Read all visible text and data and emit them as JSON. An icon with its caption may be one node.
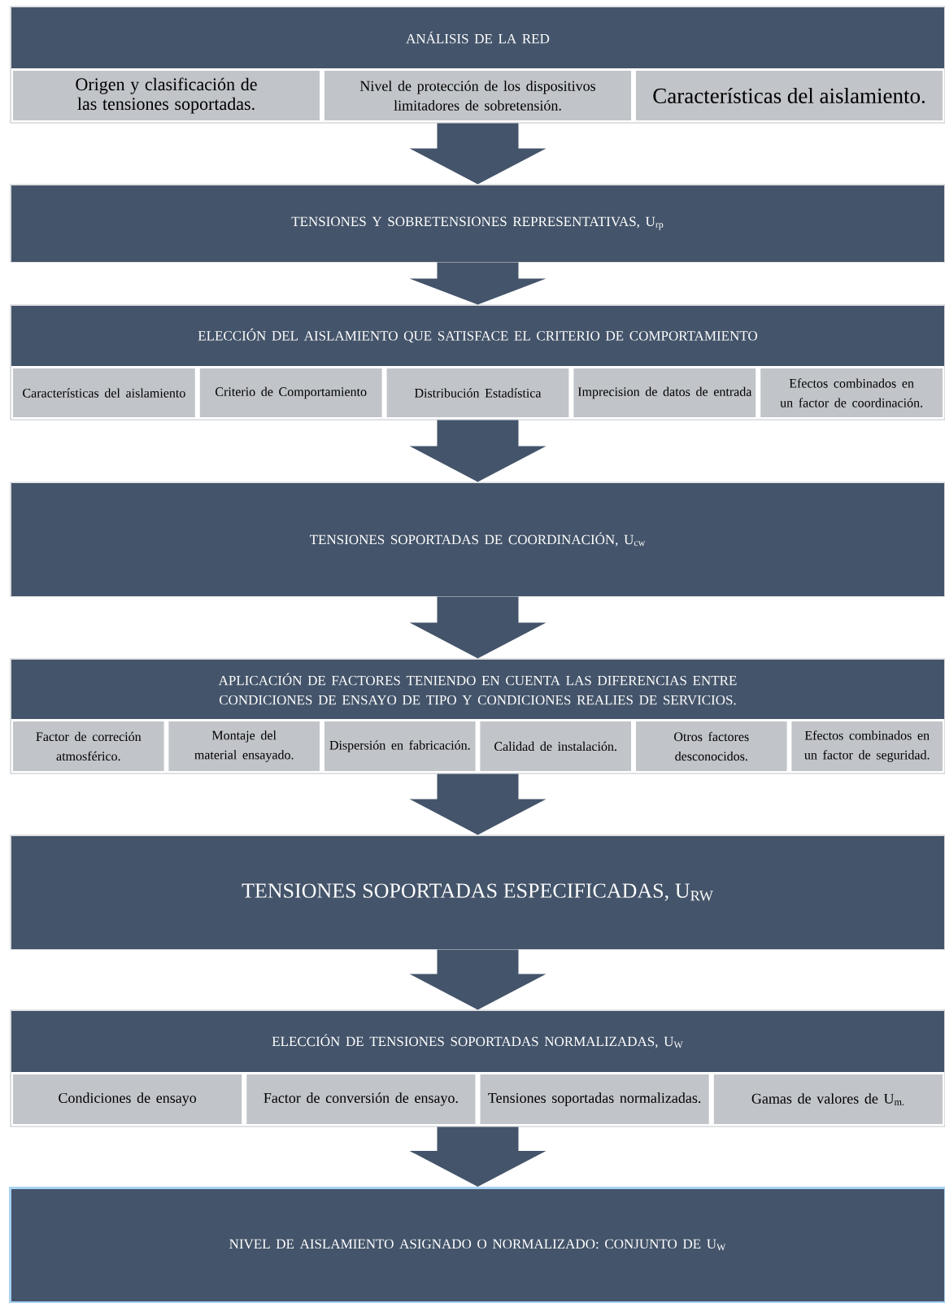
{
  "diagram": {
    "nodes": [
      {
        "text": [
          "ANÁLISIS DE LA RED"
        ]
      },
      {
        "text": [
          "Origen y clasificación de las tensiones soportadas."
        ],
        "in": 0
      },
      {
        "text": [
          "Nivel de protección de los dispositivos limitadores de sobretensión."
        ],
        "in": 0
      },
      {
        "text": [
          "Características del aislamiento."
        ],
        "in": 0
      },
      {
        "text": [
          "TENSIONES Y SOBRETENSIONES REPRESENTATIVAS, U$_{rp}$"
        ]
      },
      {
        "text": [
          "ELECCIÓN DEL AISLAMIENTO QUE SATISFACE EL CRITERIO DE COMPORTAMIENTO"
        ]
      },
      {
        "text": [
          "Características del aislamiento"
        ],
        "in": 5
      },
      {
        "text": [
          "Criterio de Comportamiento"
        ],
        "in": 5
      },
      {
        "text": [
          "Distribución Estadística"
        ],
        "in": 5
      },
      {
        "text": [
          "Imprecision de datos de entrada"
        ],
        "in": 5
      },
      {
        "text": [
          "Efectos combinados en un factor de coordinación."
        ],
        "in": 5
      },
      {
        "text": [
          "TENSIONES SOPORTADAS DE COORDINACIÓN, U$_{cw}$"
        ]
      },
      {
        "text": [
          "APLICACIÓN DE FACTORES TENIENDO EN CUENTA LAS DIFERENCIAS ENTRE CONDICIONES DE ENSAYO DE TIPO Y CONDICIONES REALIES DE SERVICIOS."
        ]
      },
      {
        "text": [
          "Factor de correción atmosférico."
        ],
        "in": 12
      },
      {
        "text": [
          "Montaje del material ensayado."
        ],
        "in": 12
      },
      {
        "text": [
          "Dispersión en fabricación."
        ],
        "in": 12
      },
      {
        "text": [
          "Calidad de instalación."
        ],
        "in": 12
      },
      {
        "text": [
          "Otros factores desconocidos."
        ],
        "in": 12
      },
      {
        "text": [
          "Efectos combinados en un factor de seguridad."
        ],
        "in": 12
      },
      {
        "text": [
          "TENSIONES SOPORTADAS ESPECIFICADAS, U$_{RW}$"
        ]
      },
      {
        "text": [
          "ELECCIÓN DE TENSIONES SOPORTADAS NORMALIZADAS, U$_{W}$"
        ]
      },
      {
        "text": [
          "Condiciones de ensayo"
        ],
        "in": 20
      },
      {
        "text": [
          "Factor de conversión de ensayo."
        ],
        "in": 20
      },
      {
        "text": [
          "Tensiones soportadas normalizadas."
        ],
        "in": 20
      },
      {
        "text": [
          "Gamas de valores de U$_{m.}$"
        ],
        "in": 20
      },
      {
        "text": [
          "NIVEL DE AISLAMIENTO ASIGNADO O NORMALIZADO: CONJUNTO DE U$_{W}$"
        ]
      }
    ],
    "edges": [
      {
        "from": 0,
        "to": 4,
        "arrow": "to"
      },
      {
        "from": 4,
        "to": 5,
        "arrow": "to"
      },
      {
        "from": 5,
        "to": 11,
        "arrow": "to"
      },
      {
        "from": 11,
        "to": 12,
        "arrow": "to"
      },
      {
        "from": 12,
        "to": 19,
        "arrow": "to"
      },
      {
        "from": 19,
        "to": 20,
        "arrow": "to"
      },
      {
        "from": 20,
        "to": 25,
        "arrow": "to"
      }
    ]
  }
}
